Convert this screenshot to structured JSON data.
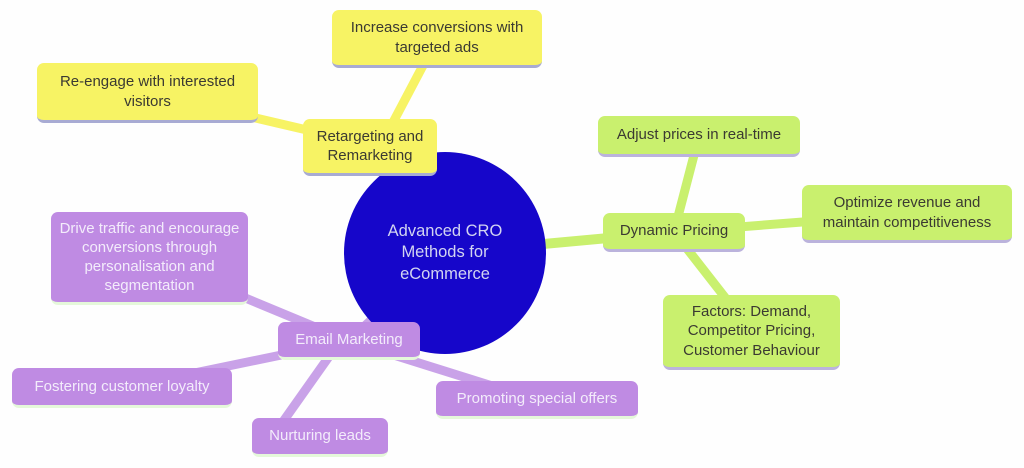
{
  "diagram": {
    "type": "mindmap",
    "topic": "Advanced CRO Methods for eCommerce"
  },
  "nodes": {
    "center": {
      "label": "Advanced CRO Methods for eCommerce"
    },
    "retargeting_remarketing": {
      "label": "Retargeting and Remarketing"
    },
    "increase_conversions": {
      "label": "Increase conversions with targeted ads"
    },
    "re_engage_visitors": {
      "label": "Re-engage with interested visitors"
    },
    "dynamic_pricing": {
      "label": "Dynamic Pricing"
    },
    "adjust_prices": {
      "label": "Adjust prices in real-time"
    },
    "optimize_revenue": {
      "label": "Optimize revenue and maintain competitiveness"
    },
    "pricing_factors": {
      "label": "Factors: Demand, Competitor Pricing, Customer Behaviour"
    },
    "email_marketing": {
      "label": "Email Marketing"
    },
    "drive_traffic": {
      "label": "Drive traffic and encourage conversions through personalisation and segmentation"
    },
    "fostering_loyalty": {
      "label": "Fostering customer loyalty"
    },
    "nurturing_leads": {
      "label": "Nurturing leads"
    },
    "promoting_offers": {
      "label": "Promoting special offers"
    }
  },
  "edges": [
    [
      "center",
      "retargeting_remarketing"
    ],
    [
      "retargeting_remarketing",
      "increase_conversions"
    ],
    [
      "retargeting_remarketing",
      "re_engage_visitors"
    ],
    [
      "center",
      "dynamic_pricing"
    ],
    [
      "dynamic_pricing",
      "adjust_prices"
    ],
    [
      "dynamic_pricing",
      "optimize_revenue"
    ],
    [
      "dynamic_pricing",
      "pricing_factors"
    ],
    [
      "center",
      "email_marketing"
    ],
    [
      "email_marketing",
      "drive_traffic"
    ],
    [
      "email_marketing",
      "fostering_loyalty"
    ],
    [
      "email_marketing",
      "nurturing_leads"
    ],
    [
      "email_marketing",
      "promoting_offers"
    ]
  ],
  "colors": {
    "center_fill": "#1606ca",
    "center_text": "#d2d4f1",
    "retargeting_branch": "#f7f364",
    "dynamic_pricing_branch": "#c9f06e",
    "email_marketing_branch": "#bf8be3",
    "yellow_green_underline": "#a8abd3",
    "purple_underline": "#e5f8da",
    "dark_text": "#3b3a32",
    "light_text": "#f3ecfb",
    "background": "#fefefe"
  }
}
